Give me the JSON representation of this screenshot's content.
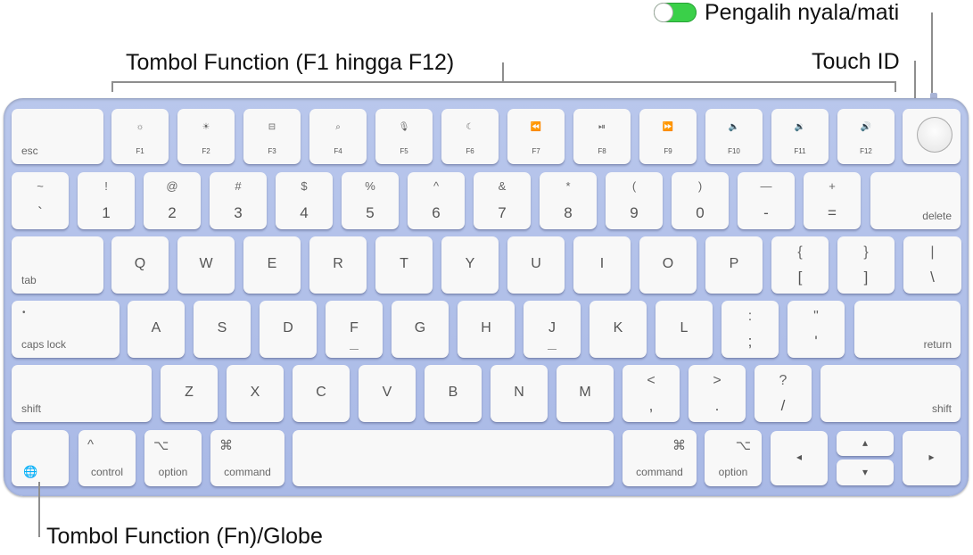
{
  "callouts": {
    "power_switch": "Pengalih nyala/mati",
    "function_keys": "Tombol Function (F1 hingga F12)",
    "touch_id": "Touch ID",
    "fn_globe": "Tombol Function (Fn)/Globe"
  },
  "colors": {
    "keyboard_body": "#b0bfe9",
    "key_face": "#f8f8f8",
    "switch_on": "#3ad049"
  },
  "function_row": {
    "esc": "esc",
    "keys": [
      {
        "label": "F1",
        "icon": "☼"
      },
      {
        "label": "F2",
        "icon": "☀"
      },
      {
        "label": "F3",
        "icon": "⊟"
      },
      {
        "label": "F4",
        "icon": "⌕"
      },
      {
        "label": "F5",
        "icon": "🎙"
      },
      {
        "label": "F6",
        "icon": "☾"
      },
      {
        "label": "F7",
        "icon": "⏪"
      },
      {
        "label": "F8",
        "icon": "⏯"
      },
      {
        "label": "F9",
        "icon": "⏩"
      },
      {
        "label": "F10",
        "icon": "🔈"
      },
      {
        "label": "F11",
        "icon": "🔉"
      },
      {
        "label": "F12",
        "icon": "🔊"
      }
    ]
  },
  "number_row": {
    "keys": [
      {
        "top": "~",
        "bot": "`"
      },
      {
        "top": "!",
        "bot": "1"
      },
      {
        "top": "@",
        "bot": "2"
      },
      {
        "top": "#",
        "bot": "3"
      },
      {
        "top": "$",
        "bot": "4"
      },
      {
        "top": "%",
        "bot": "5"
      },
      {
        "top": "^",
        "bot": "6"
      },
      {
        "top": "&",
        "bot": "7"
      },
      {
        "top": "*",
        "bot": "8"
      },
      {
        "top": "(",
        "bot": "9"
      },
      {
        "top": ")",
        "bot": "0"
      },
      {
        "top": "—",
        "bot": "-"
      },
      {
        "top": "+",
        "bot": "="
      }
    ],
    "delete": "delete"
  },
  "qwerty_row": {
    "tab": "tab",
    "letters": [
      "Q",
      "W",
      "E",
      "R",
      "T",
      "Y",
      "U",
      "I",
      "O",
      "P"
    ],
    "brackets": [
      {
        "top": "{",
        "bot": "["
      },
      {
        "top": "}",
        "bot": "]"
      },
      {
        "top": "|",
        "bot": "\\"
      }
    ]
  },
  "home_row": {
    "caps": "caps lock",
    "caps_dot": "•",
    "letters": [
      "A",
      "S",
      "D",
      "F",
      "G",
      "H",
      "J",
      "K",
      "L"
    ],
    "punct": [
      {
        "top": ":",
        "bot": ";"
      },
      {
        "top": "\"",
        "bot": "'"
      }
    ],
    "return": "return"
  },
  "bottom_letter_row": {
    "shift": "shift",
    "letters": [
      "Z",
      "X",
      "C",
      "V",
      "B",
      "N",
      "M"
    ],
    "punct": [
      {
        "top": "<",
        "bot": ","
      },
      {
        "top": ">",
        "bot": "."
      },
      {
        "top": "?",
        "bot": "/"
      }
    ],
    "shift_right": "shift"
  },
  "modifier_row": {
    "globe_icon": "🌐",
    "control": {
      "sym": "^",
      "label": "control"
    },
    "option_left": {
      "sym": "⌥",
      "label": "option"
    },
    "command_left": {
      "sym": "⌘",
      "label": "command"
    },
    "command_right": {
      "sym": "⌘",
      "label": "command"
    },
    "option_right": {
      "sym": "⌥",
      "label": "option"
    },
    "arrows": {
      "left": "◂",
      "up": "▴",
      "down": "▾",
      "right": "▸"
    }
  }
}
